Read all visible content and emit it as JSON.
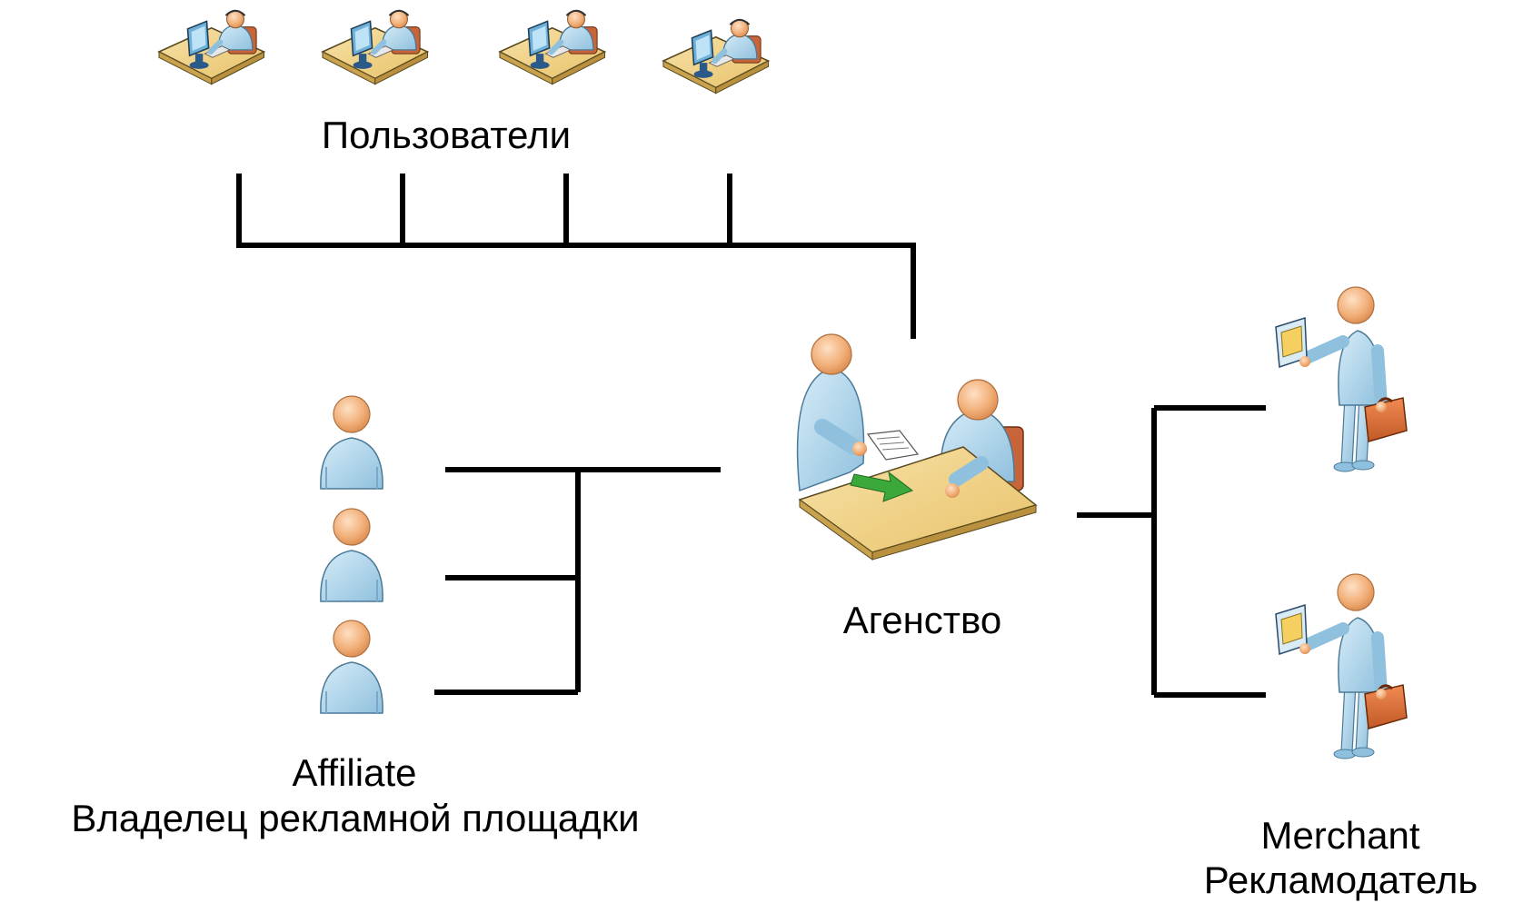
{
  "diagram": {
    "labels": {
      "users": "Пользователи",
      "agency": "Агенство",
      "affiliate_line1": "Affiliate",
      "affiliate_line2": "Владелец рекламной площадки",
      "merchant_line1": "Merchant",
      "merchant_line2": "Рекламодатель"
    },
    "groups": {
      "users_count": 4,
      "affiliates_count": 3,
      "merchants_count": 2
    },
    "colors": {
      "line": "#000000",
      "skin": "#f2b07a",
      "shirt": "#a9d3ea",
      "desk": "#f3d68a",
      "arrow": "#3aa83a",
      "briefcase": "#d9703a"
    }
  }
}
